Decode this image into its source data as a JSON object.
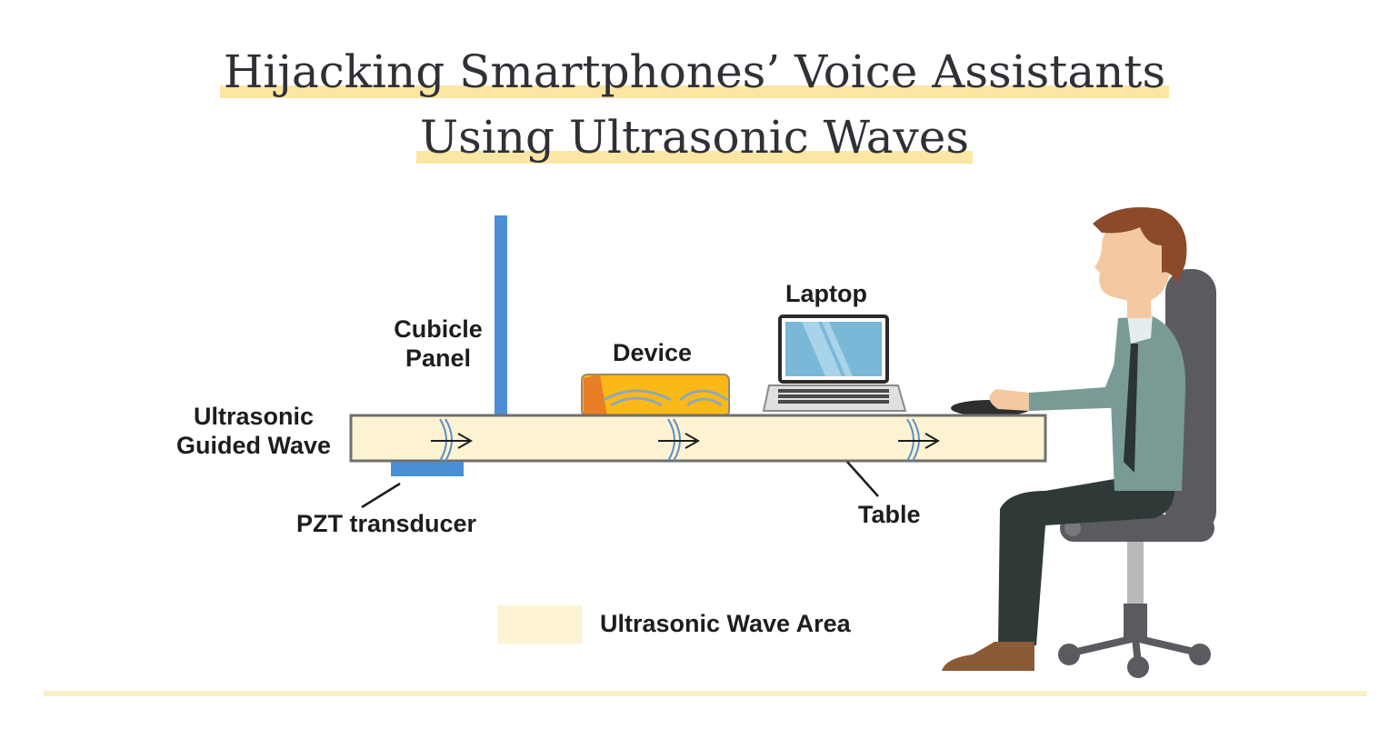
{
  "title": {
    "line1": "Hijacking Smartphones’ Voice Assistants",
    "line2": "Using Ultrasonic Waves"
  },
  "labels": {
    "cubicle_panel": [
      "Cubicle",
      "Panel"
    ],
    "device": "Device",
    "laptop": "Laptop",
    "ultrasonic_guided_wave": [
      "Ultrasonic",
      "Guided Wave"
    ],
    "pzt_transducer": "PZT transducer",
    "table": "Table"
  },
  "legend": {
    "label": "Ultrasonic Wave Area",
    "color": "#fdf3d2"
  },
  "colors": {
    "title_highlight": "#fbe6a3",
    "table_fill": "#fdf3d2",
    "panel_blue": "#4a8fd4",
    "device_orange": "#fbb917",
    "wave_blue": "#5b8fc7"
  }
}
